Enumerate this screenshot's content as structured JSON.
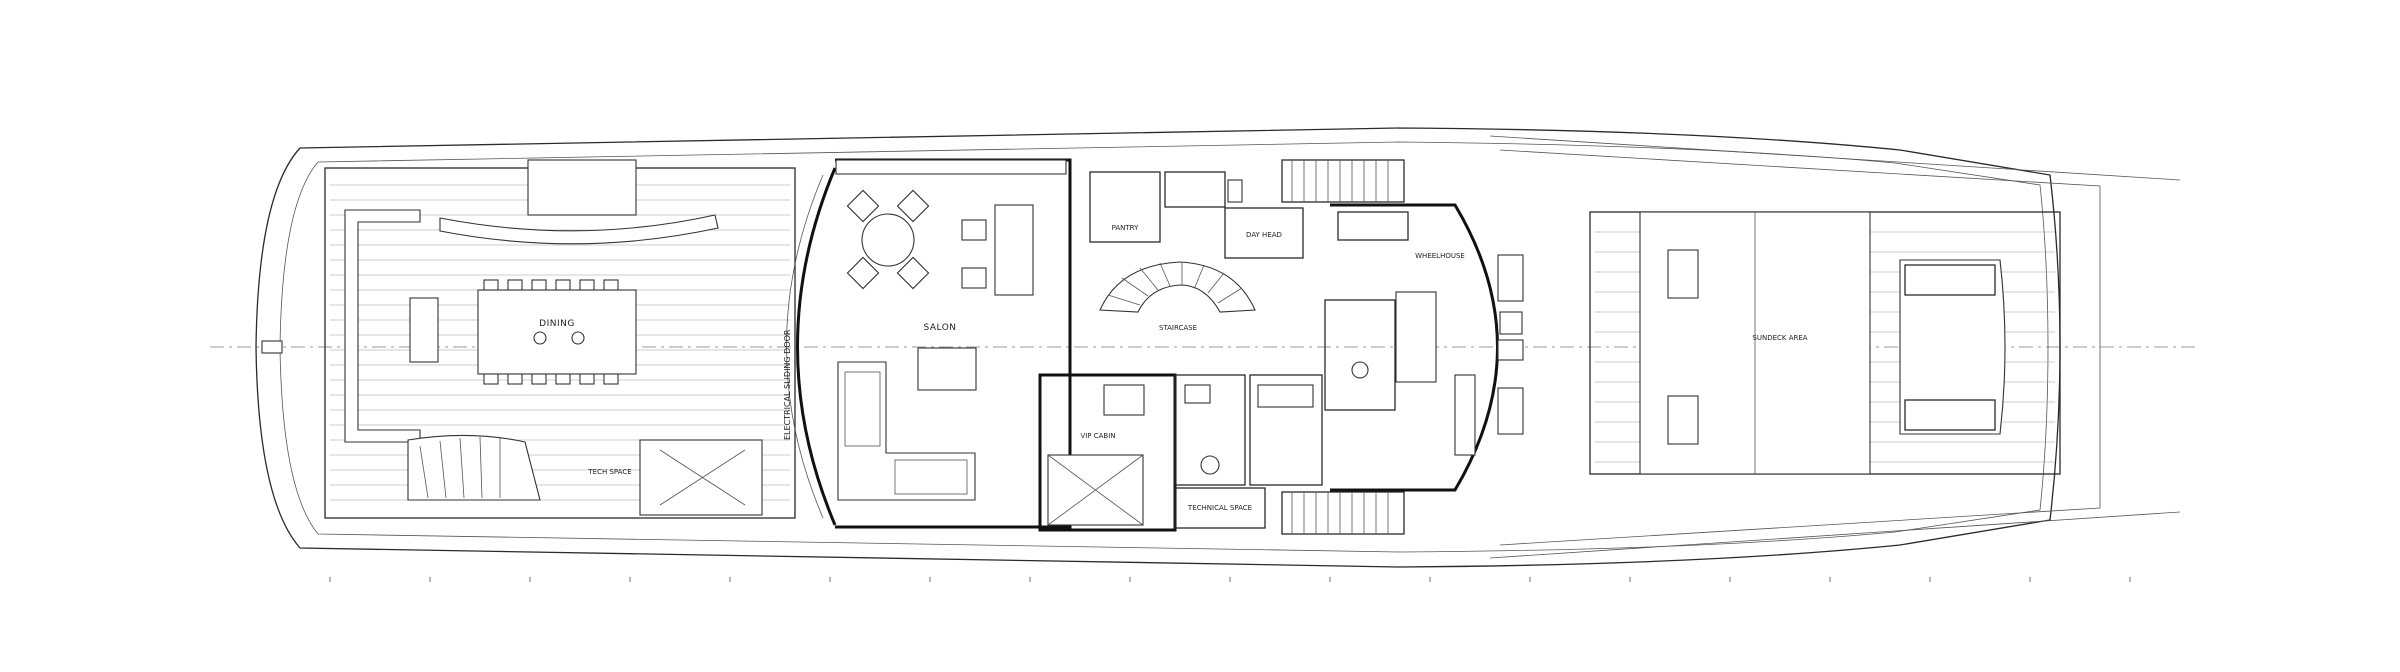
{
  "labels": {
    "dining": "DINING",
    "salon": "SALON",
    "electrical_sliding_door": "ELECTRICAL SLIDING DOOR",
    "tech_space": "TECH SPACE",
    "vip_cabin": "VIP CABIN",
    "technical_space": "TECHNICAL SPACE",
    "pantry": "PANTRY",
    "wheelhouse": "WHEELHOUSE",
    "sundeck_area": "SUNDECK AREA",
    "day_head": "DAY HEAD",
    "staircase": "STAIRCASE"
  }
}
